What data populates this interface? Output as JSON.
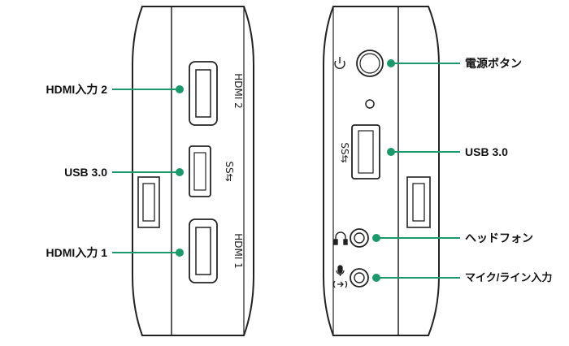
{
  "left_panel": {
    "callouts": {
      "hdmi2": "HDMI入力 2",
      "usb": "USB 3.0",
      "hdmi1": "HDMI入力 1"
    },
    "port_labels": {
      "hdmi2": "HDMI 2",
      "hdmi1": "HDMI 1",
      "usb_symbol": "SS⇆"
    }
  },
  "right_panel": {
    "callouts": {
      "power": "電源ボタン",
      "usb": "USB 3.0",
      "headphone": "ヘッドフォン",
      "mic_line": "マイク/ライン入力"
    },
    "port_labels": {
      "usb_symbol": "SS⇆"
    }
  },
  "colors": {
    "leader": "#1a9a6a",
    "outline": "#222222"
  }
}
